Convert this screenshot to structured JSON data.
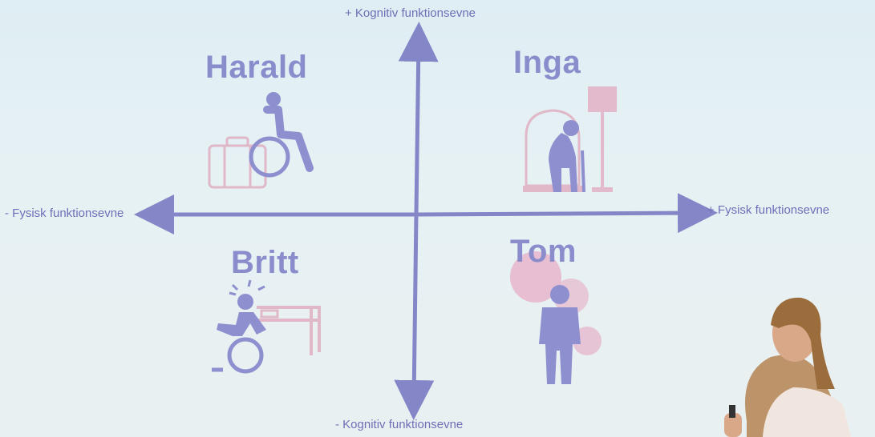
{
  "axes": {
    "top": "+ Kognitiv funktionsevne",
    "bottom": "- Kognitiv funktionsevne",
    "left": "- Fysisk funktionsevne",
    "right": "+ Fysisk funktionsevne"
  },
  "personas": {
    "top_left": {
      "name": "Harald",
      "icon": "wheelchair-suitcase-icon"
    },
    "top_right": {
      "name": "Inga",
      "icon": "elderly-walker-armchair-icon"
    },
    "bottom_left": {
      "name": "Britt",
      "icon": "pain-wheelchair-bed-icon"
    },
    "bottom_right": {
      "name": "Tom",
      "icon": "standing-person-bubbles-icon"
    }
  },
  "colors": {
    "axis": "#8486c8",
    "name": "#8a8ccc",
    "icon_primary": "#8d8fcf",
    "icon_secondary": "#e3b9cc",
    "bubble": "#e7b6cb"
  }
}
